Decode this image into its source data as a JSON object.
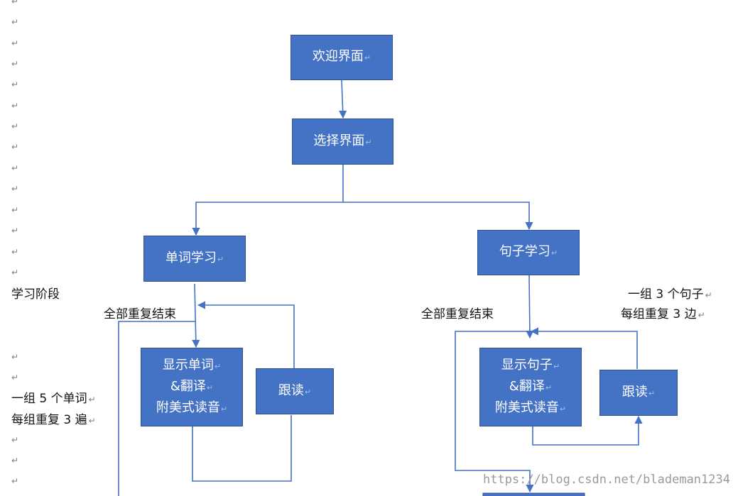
{
  "nodes": {
    "welcome": "欢迎界面",
    "select": "选择界面",
    "word_study": "单词学习",
    "sentence_study": "句子学习",
    "show_word": [
      "显示单词",
      "&翻译",
      "附美式读音"
    ],
    "show_sentence": [
      "显示句子",
      "&翻译",
      "附美式读音"
    ],
    "read_along_left": "跟读",
    "read_along_right": "跟读"
  },
  "labels": {
    "study_phase": "学习阶段",
    "all_repeat_done_left": "全部重复结束",
    "all_repeat_done_right": "全部重复结束",
    "word_group_line1": "一组  5 个单词",
    "word_group_line2": "每组重复 3 遍",
    "sentence_group_line1": "一组 3 个句子",
    "sentence_group_line2": "每组重复 3 边"
  },
  "colors": {
    "box_fill": "#4472c4",
    "box_border": "#2f528f",
    "arrow": "#4472c4"
  },
  "watermark": "https://blog.csdn.net/blademan1234"
}
